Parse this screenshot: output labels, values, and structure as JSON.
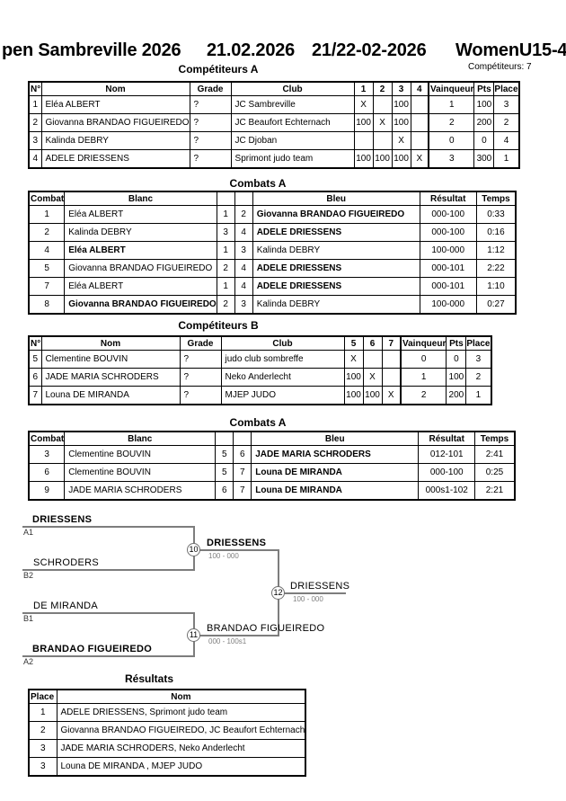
{
  "title": {
    "seg1": "pen Sambreville 2026",
    "seg2": "21.02.2026",
    "seg3": "21/22-02-2026",
    "seg4": "WomenU15-4"
  },
  "competitors_count": "Compétiteurs: 7",
  "comp_headers": {
    "num": "N°",
    "name": "Nom",
    "grade": "Grade",
    "club": "Club",
    "wins": "Vainqueur",
    "pts": "Pts",
    "place": "Place"
  },
  "combat_headers": {
    "combat": "Combat",
    "white": "Blanc",
    "blue": "Bleu",
    "result": "Résultat",
    "time": "Temps"
  },
  "table_a": {
    "title": "Compétiteurs A",
    "rounds": [
      "1",
      "2",
      "3",
      "4"
    ],
    "rows": [
      {
        "num": "1",
        "name": "Eléa ALBERT",
        "grade": "?",
        "club": "JC Sambreville",
        "m": [
          "X",
          "",
          "100",
          ""
        ],
        "wins": "1",
        "pts": "100",
        "place": "3"
      },
      {
        "num": "2",
        "name": "Giovanna BRANDAO FIGUEIREDO",
        "grade": "?",
        "club": "JC Beaufort Echternach",
        "m": [
          "100",
          "X",
          "100",
          ""
        ],
        "wins": "2",
        "pts": "200",
        "place": "2"
      },
      {
        "num": "3",
        "name": "Kalinda DEBRY",
        "grade": "?",
        "club": "JC Djoban",
        "m": [
          "",
          "",
          "X",
          ""
        ],
        "wins": "0",
        "pts": "0",
        "place": "4"
      },
      {
        "num": "4",
        "name": "ADELE DRIESSENS",
        "grade": "?",
        "club": "Sprimont judo team",
        "m": [
          "100",
          "100",
          "100",
          "X"
        ],
        "wins": "3",
        "pts": "300",
        "place": "1"
      }
    ]
  },
  "combats_a": {
    "title": "Combats A",
    "rows": [
      {
        "combat": "1",
        "white": "Eléa ALBERT",
        "wnum": "1",
        "bnum": "2",
        "blue": "Giovanna BRANDAO FIGUEIREDO",
        "result": "000-100",
        "time": "0:33"
      },
      {
        "combat": "2",
        "white": "Kalinda DEBRY",
        "wnum": "3",
        "bnum": "4",
        "blue": "ADELE DRIESSENS",
        "result": "000-100",
        "time": "0:16"
      },
      {
        "combat": "4",
        "white": "Eléa ALBERT",
        "wnum": "1",
        "bnum": "3",
        "blue": "Kalinda DEBRY",
        "result": "100-000",
        "time": "1:12"
      },
      {
        "combat": "5",
        "white": "Giovanna BRANDAO FIGUEIREDO",
        "wnum": "2",
        "bnum": "4",
        "blue": "ADELE DRIESSENS",
        "result": "000-101",
        "time": "2:22"
      },
      {
        "combat": "7",
        "white": "Eléa ALBERT",
        "wnum": "1",
        "bnum": "4",
        "blue": "ADELE DRIESSENS",
        "result": "000-101",
        "time": "1:10"
      },
      {
        "combat": "8",
        "white": "Giovanna BRANDAO FIGUEIREDO",
        "wnum": "2",
        "bnum": "3",
        "blue": "Kalinda DEBRY",
        "result": "100-000",
        "time": "0:27"
      }
    ]
  },
  "table_b": {
    "title": "Compétiteurs B",
    "rounds": [
      "5",
      "6",
      "7"
    ],
    "rows": [
      {
        "num": "5",
        "name": "Clementine BOUVIN",
        "grade": "?",
        "club": "judo club sombreffe",
        "m": [
          "X",
          "",
          ""
        ],
        "wins": "0",
        "pts": "0",
        "place": "3"
      },
      {
        "num": "6",
        "name": "JADE MARIA SCHRODERS",
        "grade": "?",
        "club": "Neko Anderlecht",
        "m": [
          "100",
          "X",
          ""
        ],
        "wins": "1",
        "pts": "100",
        "place": "2"
      },
      {
        "num": "7",
        "name": "Louna DE MIRANDA",
        "grade": "?",
        "club": "MJEP JUDO",
        "m": [
          "100",
          "100",
          "X"
        ],
        "wins": "2",
        "pts": "200",
        "place": "1"
      }
    ]
  },
  "combats_b": {
    "title": "Combats A",
    "rows": [
      {
        "combat": "3",
        "white": "Clementine BOUVIN",
        "wnum": "5",
        "bnum": "6",
        "blue": "JADE MARIA SCHRODERS",
        "result": "012-101",
        "time": "2:41"
      },
      {
        "combat": "6",
        "white": "Clementine BOUVIN",
        "wnum": "5",
        "bnum": "7",
        "blue": "Louna DE MIRANDA",
        "result": "000-100",
        "time": "0:25"
      },
      {
        "combat": "9",
        "white": "JADE MARIA SCHRODERS",
        "wnum": "6",
        "bnum": "7",
        "blue": "Louna DE MIRANDA",
        "result": "000s1-102",
        "time": "2:21"
      }
    ]
  },
  "bracket": {
    "slots": [
      {
        "name": "DRIESSENS",
        "seed": "A1"
      },
      {
        "name": "SCHRODERS",
        "seed": "B2"
      },
      {
        "name": "DE MIRANDA",
        "seed": "B1"
      },
      {
        "name": "BRANDAO FIGUEIREDO",
        "seed": "A2"
      }
    ],
    "match_10": {
      "number": "10",
      "winner": "DRIESSENS",
      "score": "100 - 000"
    },
    "match_11": {
      "number": "11",
      "winner": "BRANDAO FIGUEIREDO",
      "score": "000 - 100s1"
    },
    "match_12": {
      "number": "12",
      "winner": "DRIESSENS",
      "score": "100 - 000"
    }
  },
  "results": {
    "title": "Résultats",
    "headers": {
      "place": "Place",
      "name": "Nom"
    },
    "rows": [
      {
        "place": "1",
        "name": "ADELE DRIESSENS, Sprimont judo team"
      },
      {
        "place": "2",
        "name": "Giovanna BRANDAO FIGUEIREDO, JC Beaufort Echternach"
      },
      {
        "place": "3",
        "name": "JADE MARIA SCHRODERS, Neko Anderlecht"
      },
      {
        "place": "3",
        "name": "Louna DE MIRANDA , MJEP JUDO"
      }
    ]
  },
  "colors": {
    "line_gray": "#7d7d7d",
    "text": "#000000",
    "background": "#ffffff"
  }
}
